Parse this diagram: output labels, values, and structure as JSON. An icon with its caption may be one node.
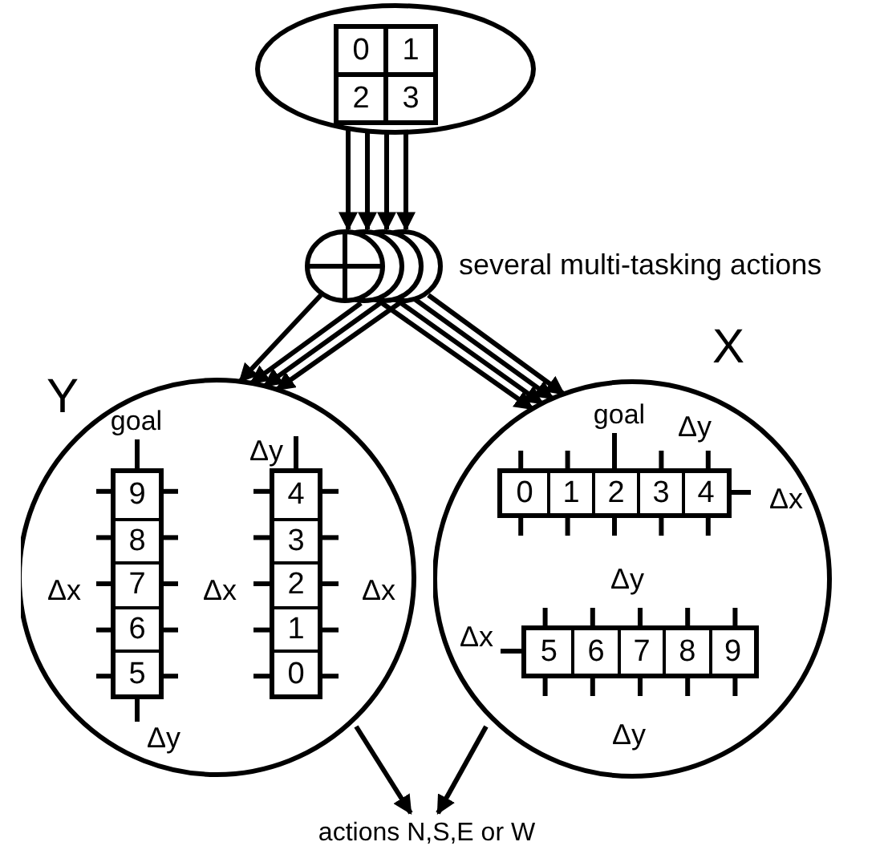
{
  "diagram": {
    "nodes": [
      {
        "text": [],
        "shape": "ellipse"
      },
      {
        "text": [
          "0"
        ],
        "in": 0
      },
      {
        "text": [
          "1"
        ],
        "in": 0
      },
      {
        "text": [
          "2"
        ],
        "in": 0
      },
      {
        "text": [
          "3"
        ],
        "in": 0
      },
      {
        "text": [],
        "shape": "circle",
        "beside": [
          "several multi-tasking actions"
        ]
      },
      {
        "text": [
          "Y"
        ]
      },
      {
        "text": [],
        "shape": "box",
        "in": 6
      },
      {
        "text": [
          "9"
        ],
        "in": 7
      },
      {
        "text": [
          "8"
        ],
        "in": 7
      },
      {
        "text": [
          "7"
        ],
        "in": 7
      },
      {
        "text": [
          "6"
        ],
        "in": 7
      },
      {
        "text": [
          "5"
        ],
        "in": 7
      },
      {
        "text": [],
        "shape": "box",
        "in": 6
      },
      {
        "text": [
          "4"
        ],
        "in": 13
      },
      {
        "text": [
          "3"
        ],
        "in": 13
      },
      {
        "text": [
          "2"
        ],
        "in": 13
      },
      {
        "text": [
          "1"
        ],
        "in": 13
      },
      {
        "text": [
          "0"
        ],
        "in": 13
      },
      {
        "text": [
          "X"
        ]
      },
      {
        "text": [],
        "shape": "box",
        "in": 19
      },
      {
        "text": [
          "0"
        ],
        "in": 20
      },
      {
        "text": [
          "1"
        ],
        "in": 20
      },
      {
        "text": [
          "2"
        ],
        "in": 20
      },
      {
        "text": [
          "3"
        ],
        "in": 20
      },
      {
        "text": [
          "4"
        ],
        "in": 20
      },
      {
        "text": [],
        "shape": "box",
        "in": 19
      },
      {
        "text": [
          "5"
        ],
        "in": 26
      },
      {
        "text": [
          "6"
        ],
        "in": 26
      },
      {
        "text": [
          "7"
        ],
        "in": 26
      },
      {
        "text": [
          "8"
        ],
        "in": 26
      },
      {
        "text": [
          "9"
        ],
        "in": 26
      },
      {
        "text": [
          "actions N,S,E or W"
        ]
      }
    ],
    "edges": [
      {
        "from": 0,
        "to": 5,
        "arrow": "to"
      },
      {
        "from": 0,
        "to": 5,
        "arrow": "to"
      },
      {
        "from": 0,
        "to": 5,
        "arrow": "to"
      },
      {
        "from": 0,
        "to": 5,
        "arrow": "to"
      },
      {
        "from": 5,
        "to": 6,
        "arrow": "to"
      },
      {
        "from": 5,
        "to": 6,
        "arrow": "to"
      },
      {
        "from": 5,
        "to": 6,
        "arrow": "to"
      },
      {
        "from": 5,
        "to": 6,
        "arrow": "to"
      },
      {
        "from": 5,
        "to": 19,
        "arrow": "to"
      },
      {
        "from": 5,
        "to": 19,
        "arrow": "to"
      },
      {
        "from": 5,
        "to": 19,
        "arrow": "to"
      },
      {
        "from": 5,
        "to": 19,
        "arrow": "to"
      },
      {
        "from": 6,
        "to": 32,
        "arrow": "to"
      },
      {
        "from": 19,
        "to": 32,
        "arrow": "to"
      }
    ],
    "labels": [
      "goal",
      "Δy",
      "Δx",
      "Δx",
      "Δx",
      "Δy",
      "goal",
      "Δy",
      "Δx",
      "Δy",
      "Δx",
      "Δy"
    ]
  }
}
